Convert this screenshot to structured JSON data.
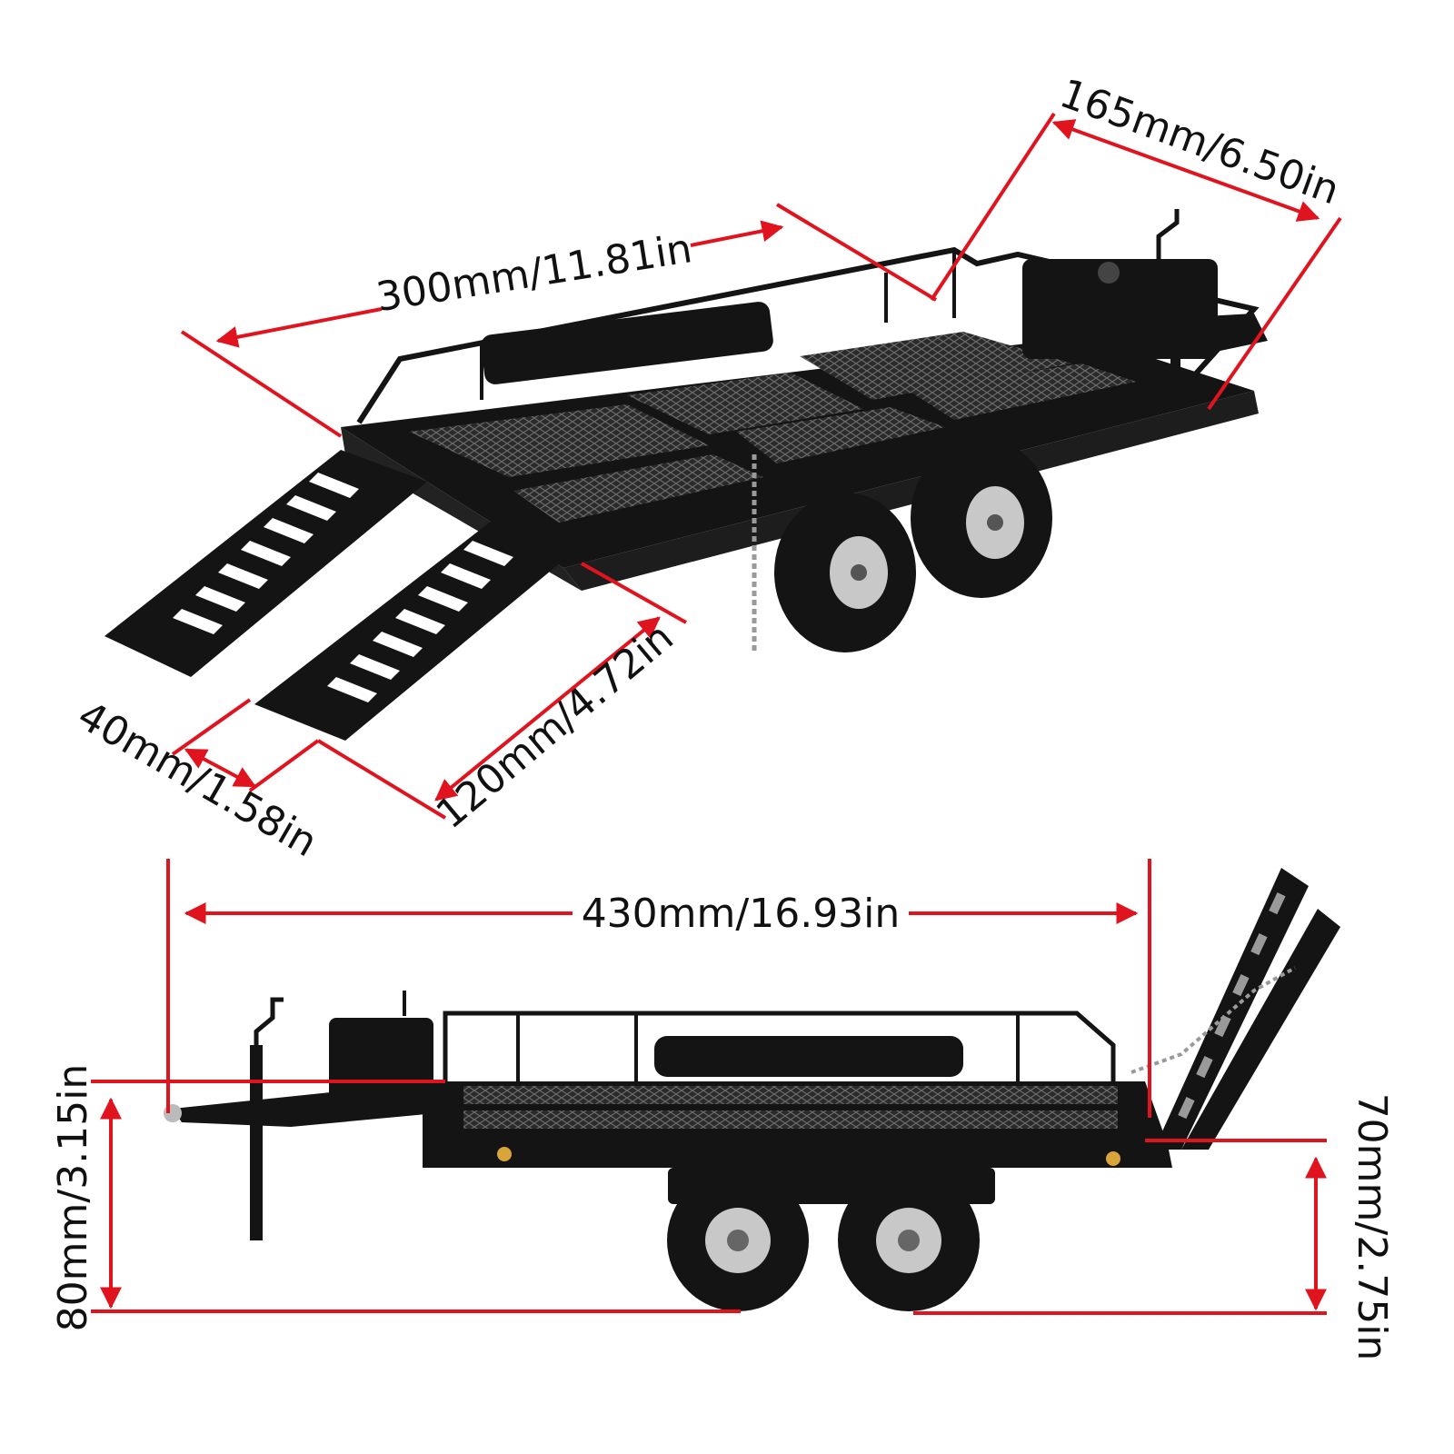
{
  "dimensions": {
    "top_length": "300mm/11.81in",
    "top_width": "165mm/6.50in",
    "ramp_length": "120mm/4.72in",
    "ramp_width": "40mm/1.58in",
    "side_length": "430mm/16.93in",
    "side_height_front": "80mm/3.15in",
    "side_height_rear": "70mm/2.75in"
  },
  "colors": {
    "dimension_line": "#e0141e",
    "trailer": "#141414",
    "wheel_rim": "#c8c8c8",
    "background": "#ffffff"
  }
}
